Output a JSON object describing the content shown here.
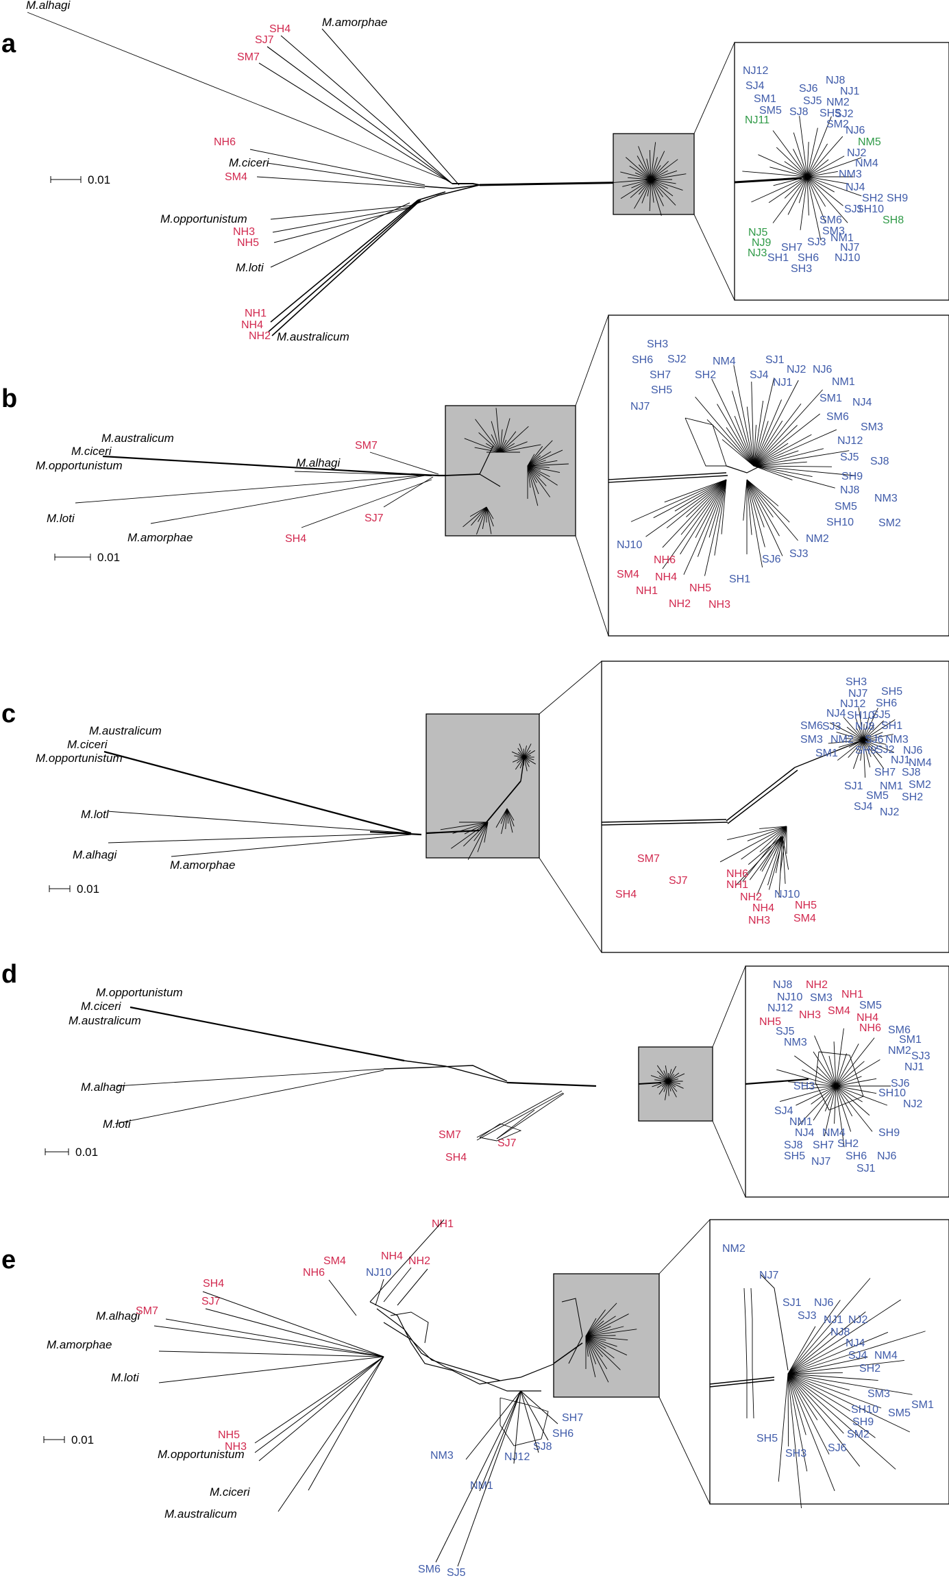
{
  "colors": {
    "red": "#d1284e",
    "blue": "#3f5ba9",
    "green": "#2f9a47",
    "black": "#000000",
    "zoom_fill": "#bdbdbd"
  },
  "panels": [
    {
      "letter": "a",
      "scale_label": "0.01",
      "species": [
        "M.alhagi",
        "M.amorphae",
        "M.ciceri",
        "M.opportunistum",
        "M.loti",
        "M.australicum"
      ],
      "red_labels": [
        "SH4",
        "SJ7",
        "SM7",
        "NH6",
        "SM4",
        "NH3",
        "NH5",
        "NH1",
        "NH4",
        "NH2"
      ],
      "inset_labels": [
        {
          "t": "NJ12",
          "c": "blue"
        },
        {
          "t": "NJ8",
          "c": "blue"
        },
        {
          "t": "SJ4",
          "c": "blue"
        },
        {
          "t": "SJ6",
          "c": "blue"
        },
        {
          "t": "NJ1",
          "c": "blue"
        },
        {
          "t": "SM1",
          "c": "blue"
        },
        {
          "t": "SJ5",
          "c": "blue"
        },
        {
          "t": "NM2",
          "c": "blue"
        },
        {
          "t": "SM5",
          "c": "blue"
        },
        {
          "t": "SJ8",
          "c": "blue"
        },
        {
          "t": "SH5",
          "c": "blue"
        },
        {
          "t": "SJ2",
          "c": "blue"
        },
        {
          "t": "NJ11",
          "c": "green"
        },
        {
          "t": "SM2",
          "c": "blue"
        },
        {
          "t": "NJ6",
          "c": "blue"
        },
        {
          "t": "NM5",
          "c": "green"
        },
        {
          "t": "NJ2",
          "c": "blue"
        },
        {
          "t": "NM4",
          "c": "blue"
        },
        {
          "t": "NM3",
          "c": "blue"
        },
        {
          "t": "NJ4",
          "c": "blue"
        },
        {
          "t": "SH2",
          "c": "blue"
        },
        {
          "t": "SH9",
          "c": "blue"
        },
        {
          "t": "SJ1",
          "c": "blue"
        },
        {
          "t": "SH10",
          "c": "blue"
        },
        {
          "t": "SM6",
          "c": "blue"
        },
        {
          "t": "SH8",
          "c": "green"
        },
        {
          "t": "NJ5",
          "c": "green"
        },
        {
          "t": "SM3",
          "c": "blue"
        },
        {
          "t": "NM1",
          "c": "blue"
        },
        {
          "t": "NJ9",
          "c": "green"
        },
        {
          "t": "SJ3",
          "c": "blue"
        },
        {
          "t": "NJ7",
          "c": "blue"
        },
        {
          "t": "SH7",
          "c": "blue"
        },
        {
          "t": "NJ3",
          "c": "green"
        },
        {
          "t": "SH1",
          "c": "blue"
        },
        {
          "t": "SH6",
          "c": "blue"
        },
        {
          "t": "NJ10",
          "c": "blue"
        },
        {
          "t": "SH3",
          "c": "blue"
        }
      ]
    },
    {
      "letter": "b",
      "scale_label": "0.01",
      "species": [
        "M.australicum",
        "M.ciceri",
        "M.opportunistum",
        "M.alhagi",
        "M.loti",
        "M.amorphae"
      ],
      "red_labels": [
        "SM7",
        "SJ7",
        "SH4"
      ],
      "inset_labels": [
        {
          "t": "SH3",
          "c": "blue"
        },
        {
          "t": "SH6",
          "c": "blue"
        },
        {
          "t": "SJ2",
          "c": "blue"
        },
        {
          "t": "NM4",
          "c": "blue"
        },
        {
          "t": "SJ1",
          "c": "blue"
        },
        {
          "t": "SH7",
          "c": "blue"
        },
        {
          "t": "SH2",
          "c": "blue"
        },
        {
          "t": "SJ4",
          "c": "blue"
        },
        {
          "t": "NJ2",
          "c": "blue"
        },
        {
          "t": "NJ6",
          "c": "blue"
        },
        {
          "t": "NJ1",
          "c": "blue"
        },
        {
          "t": "NM1",
          "c": "blue"
        },
        {
          "t": "SH5",
          "c": "blue"
        },
        {
          "t": "SM1",
          "c": "blue"
        },
        {
          "t": "NJ4",
          "c": "blue"
        },
        {
          "t": "NJ7",
          "c": "blue"
        },
        {
          "t": "SM6",
          "c": "blue"
        },
        {
          "t": "SM3",
          "c": "blue"
        },
        {
          "t": "NJ12",
          "c": "blue"
        },
        {
          "t": "SJ5",
          "c": "blue"
        },
        {
          "t": "SJ8",
          "c": "blue"
        },
        {
          "t": "SH9",
          "c": "blue"
        },
        {
          "t": "NJ8",
          "c": "blue"
        },
        {
          "t": "NM3",
          "c": "blue"
        },
        {
          "t": "SM5",
          "c": "blue"
        },
        {
          "t": "SH10",
          "c": "blue"
        },
        {
          "t": "SM2",
          "c": "blue"
        },
        {
          "t": "NM2",
          "c": "blue"
        },
        {
          "t": "NJ10",
          "c": "blue"
        },
        {
          "t": "SJ3",
          "c": "blue"
        },
        {
          "t": "NH6",
          "c": "red"
        },
        {
          "t": "SJ6",
          "c": "blue"
        },
        {
          "t": "SM4",
          "c": "red"
        },
        {
          "t": "NH4",
          "c": "red"
        },
        {
          "t": "SH1",
          "c": "blue"
        },
        {
          "t": "NH5",
          "c": "red"
        },
        {
          "t": "NH1",
          "c": "red"
        },
        {
          "t": "NH2",
          "c": "red"
        },
        {
          "t": "NH3",
          "c": "red"
        }
      ]
    },
    {
      "letter": "c",
      "scale_label": "0.01",
      "species": [
        "M.australicum",
        "M.ciceri",
        "M.opportunistum",
        "M.loti",
        "M.alhagi",
        "M.amorphae"
      ],
      "red_labels": [],
      "inset_labels": [
        {
          "t": "SH3",
          "c": "blue"
        },
        {
          "t": "NJ7",
          "c": "blue"
        },
        {
          "t": "SH5",
          "c": "blue"
        },
        {
          "t": "NJ12",
          "c": "blue"
        },
        {
          "t": "SH6",
          "c": "blue"
        },
        {
          "t": "NJ4",
          "c": "blue"
        },
        {
          "t": "SH10",
          "c": "blue"
        },
        {
          "t": "SJ5",
          "c": "blue"
        },
        {
          "t": "SM6",
          "c": "blue"
        },
        {
          "t": "SJ3",
          "c": "blue"
        },
        {
          "t": "NJ8",
          "c": "blue"
        },
        {
          "t": "SH1",
          "c": "blue"
        },
        {
          "t": "SM3",
          "c": "blue"
        },
        {
          "t": "NM2",
          "c": "blue"
        },
        {
          "t": "SJ6",
          "c": "blue"
        },
        {
          "t": "NM3",
          "c": "blue"
        },
        {
          "t": "SJ2",
          "c": "blue"
        },
        {
          "t": "NJ6",
          "c": "blue"
        },
        {
          "t": "SM1",
          "c": "blue"
        },
        {
          "t": "SH9",
          "c": "blue"
        },
        {
          "t": "NJ1",
          "c": "blue"
        },
        {
          "t": "NM4",
          "c": "blue"
        },
        {
          "t": "SH7",
          "c": "blue"
        },
        {
          "t": "SJ8",
          "c": "blue"
        },
        {
          "t": "SJ1",
          "c": "blue"
        },
        {
          "t": "NM1",
          "c": "blue"
        },
        {
          "t": "SM2",
          "c": "blue"
        },
        {
          "t": "SM5",
          "c": "blue"
        },
        {
          "t": "SH2",
          "c": "blue"
        },
        {
          "t": "SJ4",
          "c": "blue"
        },
        {
          "t": "NJ2",
          "c": "blue"
        },
        {
          "t": "SM7",
          "c": "red"
        },
        {
          "t": "SJ7",
          "c": "red"
        },
        {
          "t": "SH4",
          "c": "red"
        },
        {
          "t": "NH6",
          "c": "red"
        },
        {
          "t": "NH1",
          "c": "red"
        },
        {
          "t": "NH2",
          "c": "red"
        },
        {
          "t": "NJ10",
          "c": "blue"
        },
        {
          "t": "NH5",
          "c": "red"
        },
        {
          "t": "NH4",
          "c": "red"
        },
        {
          "t": "NH3",
          "c": "red"
        },
        {
          "t": "SM4",
          "c": "red"
        }
      ]
    },
    {
      "letter": "d",
      "scale_label": "0.01",
      "species": [
        "M.opportunistum",
        "M.ciceri",
        "M.australicum",
        "M.alhagi",
        "M.loti"
      ],
      "red_labels": [
        "SM7",
        "SJ7",
        "SH4"
      ],
      "inset_labels": [
        {
          "t": "NJ8",
          "c": "blue"
        },
        {
          "t": "NH2",
          "c": "red"
        },
        {
          "t": "NJ10",
          "c": "blue"
        },
        {
          "t": "SM3",
          "c": "blue"
        },
        {
          "t": "NH1",
          "c": "red"
        },
        {
          "t": "NJ12",
          "c": "blue"
        },
        {
          "t": "NH3",
          "c": "red"
        },
        {
          "t": "SM4",
          "c": "red"
        },
        {
          "t": "SM5",
          "c": "blue"
        },
        {
          "t": "NH5",
          "c": "red"
        },
        {
          "t": "NH4",
          "c": "red"
        },
        {
          "t": "SJ5",
          "c": "blue"
        },
        {
          "t": "NH6",
          "c": "red"
        },
        {
          "t": "SM6",
          "c": "blue"
        },
        {
          "t": "NM3",
          "c": "blue"
        },
        {
          "t": "SM1",
          "c": "blue"
        },
        {
          "t": "NM2",
          "c": "blue"
        },
        {
          "t": "SJ3",
          "c": "blue"
        },
        {
          "t": "NJ1",
          "c": "blue"
        },
        {
          "t": "SH3",
          "c": "blue"
        },
        {
          "t": "SJ6",
          "c": "blue"
        },
        {
          "t": "SH10",
          "c": "blue"
        },
        {
          "t": "SJ4",
          "c": "blue"
        },
        {
          "t": "NJ2",
          "c": "blue"
        },
        {
          "t": "NM1",
          "c": "blue"
        },
        {
          "t": "NJ4",
          "c": "blue"
        },
        {
          "t": "NM4",
          "c": "blue"
        },
        {
          "t": "SH9",
          "c": "blue"
        },
        {
          "t": "SJ8",
          "c": "blue"
        },
        {
          "t": "SH7",
          "c": "blue"
        },
        {
          "t": "SH2",
          "c": "blue"
        },
        {
          "t": "SH5",
          "c": "blue"
        },
        {
          "t": "NJ7",
          "c": "blue"
        },
        {
          "t": "SH6",
          "c": "blue"
        },
        {
          "t": "NJ6",
          "c": "blue"
        },
        {
          "t": "SJ1",
          "c": "blue"
        }
      ]
    },
    {
      "letter": "e",
      "scale_label": "0.01",
      "species": [
        "M.alhagi",
        "M.amorphae",
        "M.loti",
        "M.opportunistum",
        "M.ciceri",
        "M.australicum"
      ],
      "red_labels": [
        "NH1",
        "SM4",
        "NH4",
        "NH2",
        "NH6",
        "SH4",
        "SJ7",
        "SM7",
        "NH5",
        "NH3"
      ],
      "blue_labels": [
        "NJ10",
        "SH7",
        "SH6",
        "SJ8",
        "NJ12",
        "NM3",
        "NM1",
        "SM6",
        "SJ5"
      ],
      "inset_labels": [
        {
          "t": "NM2",
          "c": "blue"
        },
        {
          "t": "NJ7",
          "c": "blue"
        },
        {
          "t": "SJ1",
          "c": "blue"
        },
        {
          "t": "NJ6",
          "c": "blue"
        },
        {
          "t": "SJ3",
          "c": "blue"
        },
        {
          "t": "NJ1",
          "c": "blue"
        },
        {
          "t": "NJ2",
          "c": "blue"
        },
        {
          "t": "NJ8",
          "c": "blue"
        },
        {
          "t": "NJ4",
          "c": "blue"
        },
        {
          "t": "SJ4",
          "c": "blue"
        },
        {
          "t": "NM4",
          "c": "blue"
        },
        {
          "t": "SH2",
          "c": "blue"
        },
        {
          "t": "SM3",
          "c": "blue"
        },
        {
          "t": "SM1",
          "c": "blue"
        },
        {
          "t": "SH10",
          "c": "blue"
        },
        {
          "t": "SM5",
          "c": "blue"
        },
        {
          "t": "SH9",
          "c": "blue"
        },
        {
          "t": "SM2",
          "c": "blue"
        },
        {
          "t": "SH5",
          "c": "blue"
        },
        {
          "t": "SJ6",
          "c": "blue"
        },
        {
          "t": "SH3",
          "c": "blue"
        }
      ]
    }
  ]
}
